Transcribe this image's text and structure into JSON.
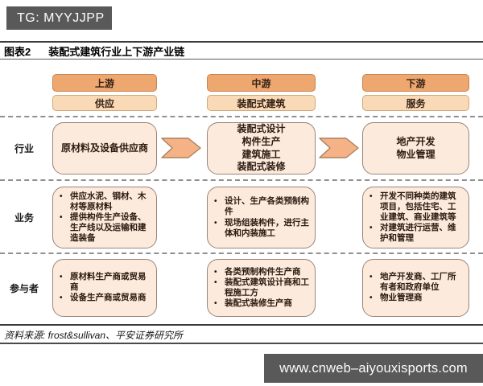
{
  "watermarks": {
    "top": "TG: MYYJJPP",
    "bottom": "www.cnweb–aiyouxisports.com"
  },
  "figure": {
    "label": "图表2",
    "title": "装配式建筑行业上下游产业链"
  },
  "columns": [
    {
      "stage": "上游",
      "category": "供应"
    },
    {
      "stage": "中游",
      "category": "装配式建筑"
    },
    {
      "stage": "下游",
      "category": "服务"
    }
  ],
  "rows": [
    {
      "label": "行业",
      "cells": [
        {
          "lines": [
            "原材料及设备供应商"
          ]
        },
        {
          "lines": [
            "装配式设计",
            "构件生产",
            "建筑施工",
            "装配式装修"
          ]
        },
        {
          "lines": [
            "地产开发",
            "物业管理"
          ]
        }
      ]
    },
    {
      "label": "业务",
      "cells": [
        {
          "bullets": [
            "供应水泥、钢材、木材等原材料",
            "提供构件生产设备、生产线以及运输和建造装备"
          ]
        },
        {
          "bullets": [
            "设计、生产各类预制构件",
            "现场组装构件，进行主体和内装施工"
          ]
        },
        {
          "bullets": [
            "开发不同种类的建筑项目，包括住宅、工业建筑、商业建筑等",
            "对建筑进行运营、维护和管理"
          ]
        }
      ]
    },
    {
      "label": "参与者",
      "cells": [
        {
          "bullets": [
            "原材料生产商或贸易商",
            "设备生产商或贸易商"
          ]
        },
        {
          "bullets": [
            "各类预制构件生产商",
            "装配式建筑设计商和工程施工方",
            "装配式装修生产商"
          ]
        },
        {
          "bullets": [
            "地产开发商、工厂所有者和政府单位",
            "物业管理商"
          ]
        }
      ]
    }
  ],
  "source": "资料来源: frost&sullivan、平安证券研究所",
  "ui": {
    "bullet_char": "•"
  },
  "colors": {
    "stage_fill": "#efa770",
    "stage_border": "#c8834f",
    "category_fill": "#fad9b6",
    "cell_fill": "#fcebdc",
    "cell_border": "#9a8478",
    "arrow_fill": "#f6b287",
    "arrow_border": "#aa805b",
    "badge_bg": "#595959",
    "badge_text": "#ffffff"
  }
}
